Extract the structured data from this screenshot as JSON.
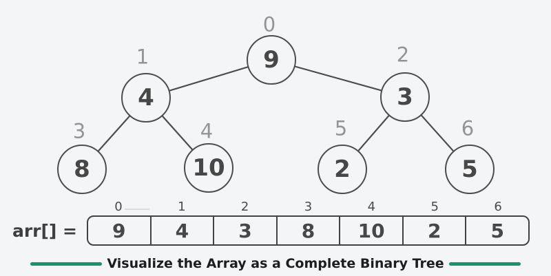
{
  "figure": {
    "caption": "Visualize the Array as a Complete Binary Tree"
  },
  "tree": {
    "nodes": [
      {
        "index": "0",
        "value": "9"
      },
      {
        "index": "1",
        "value": "4"
      },
      {
        "index": "2",
        "value": "3"
      },
      {
        "index": "3",
        "value": "8"
      },
      {
        "index": "4",
        "value": "10"
      },
      {
        "index": "5",
        "value": "2"
      },
      {
        "index": "6",
        "value": "5"
      }
    ],
    "edges": [
      {
        "from": "0",
        "to": "1"
      },
      {
        "from": "0",
        "to": "2"
      },
      {
        "from": "1",
        "to": "3"
      },
      {
        "from": "1",
        "to": "4"
      },
      {
        "from": "2",
        "to": "5"
      },
      {
        "from": "2",
        "to": "6"
      }
    ]
  },
  "array": {
    "label": "arr[] =",
    "indices": [
      "0",
      "1",
      "2",
      "3",
      "4",
      "5",
      "6"
    ],
    "values": [
      "9",
      "4",
      "3",
      "8",
      "10",
      "2",
      "5"
    ]
  },
  "colors": {
    "background": "#f4f5f6",
    "stroke": "#4d4d4d",
    "node_text": "#474747",
    "index_muted": "#949494",
    "array_border": "#424242",
    "caption_text": "#1d1d1d",
    "accent_green": "#17926e"
  }
}
